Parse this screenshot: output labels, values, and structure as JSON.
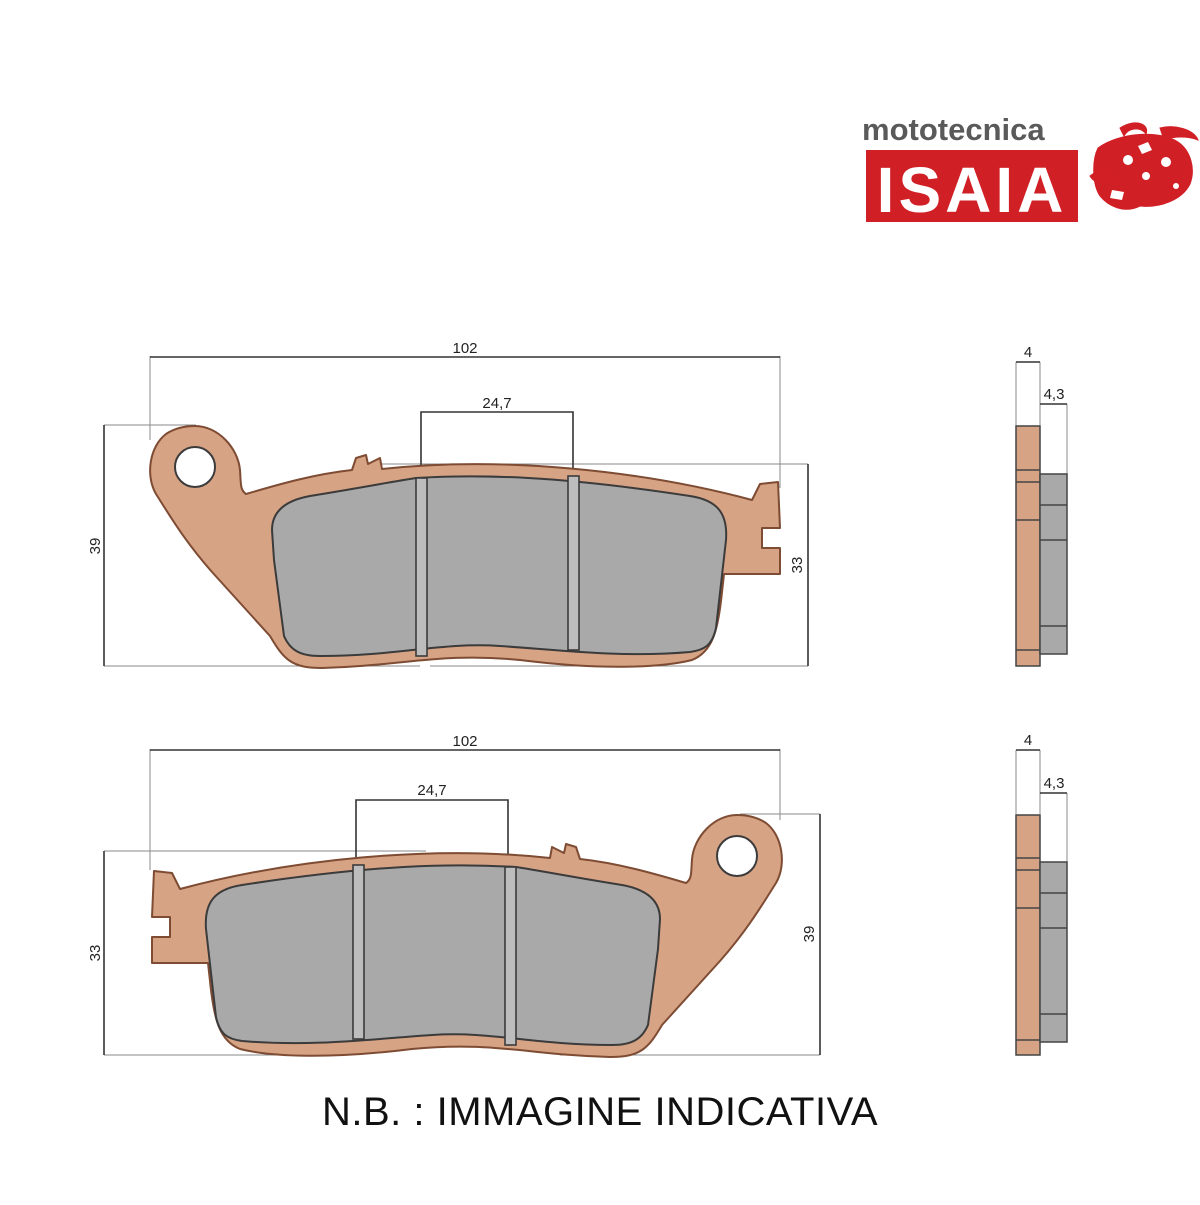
{
  "brand": {
    "top_word": "mototecnica",
    "name": "ISAIA",
    "colors": {
      "red": "#d11f26",
      "gray": "#5a5a5a"
    }
  },
  "views": [
    {
      "id": "upper",
      "width_label": "102",
      "pad_section_label": "24,7",
      "left_height_label": "39",
      "right_height_label": "33",
      "side_thickness_label": "4",
      "side_pad_label": "4,3"
    },
    {
      "id": "lower",
      "width_label": "102",
      "pad_section_label": "24,7",
      "left_height_label": "33",
      "right_height_label": "39",
      "side_thickness_label": "4",
      "side_pad_label": "4,3"
    }
  ],
  "note": "N.B. : IMMAGINE INDICATIVA",
  "colors": {
    "backing_plate": "#d7a385",
    "friction_material": "#a9a9a9"
  }
}
